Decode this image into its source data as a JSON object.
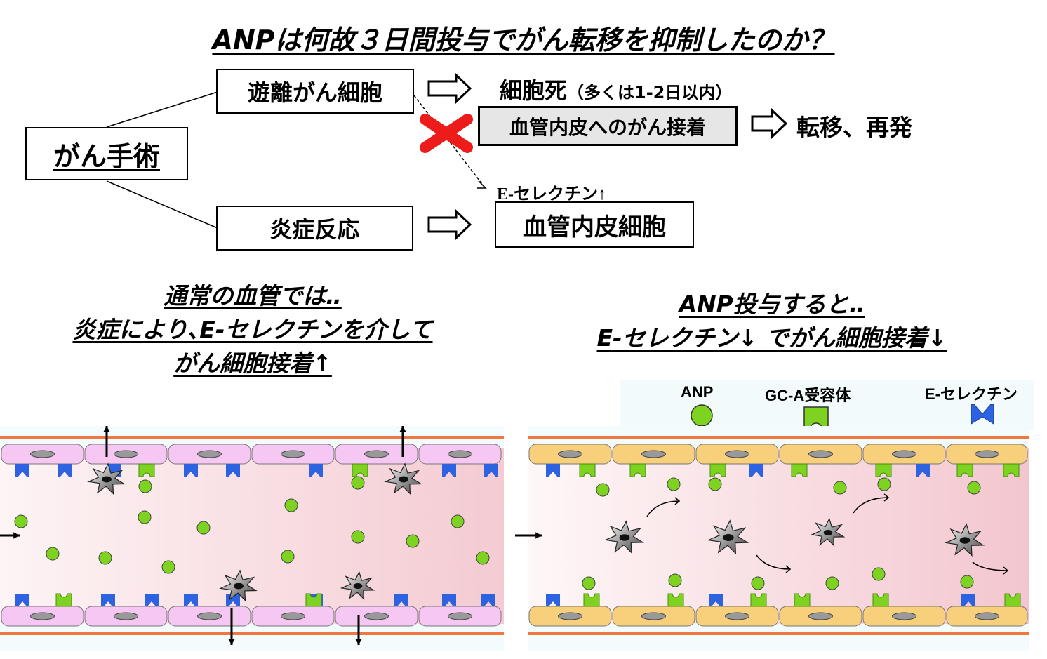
{
  "title": "ANPは何故３日間投与でがん転移を抑制したのか？",
  "flow": {
    "surgery": "がん手術",
    "free_cells": "遊離がん細胞",
    "cell_death": "細胞死",
    "cell_death_note": "（多くは1-2日以内）",
    "adhesion": "血管内皮へのがん接着",
    "metastasis": "転移、再発",
    "inflammation": "炎症反応",
    "eselectin_up": "E-セレクチン↑",
    "endothelial": "血管内皮細胞"
  },
  "left_caption": [
    "通常の血管では‥",
    "炎症により､E-セレクチンを介して",
    "がん細胞接着↑"
  ],
  "right_caption": [
    "ANP投与すると‥",
    "E-セレクチン↓ でがん細胞接着↓"
  ],
  "legend": {
    "anp": "ANP",
    "gca": "GC-A受容体",
    "eselectin": "E-セレクチン"
  },
  "colors": {
    "anp_green": "#7ed321",
    "eselectin_blue": "#2d62e0",
    "vessel_orange": "#f07840",
    "left_cell": "#f5c7f2",
    "right_cell": "#f8cf7a",
    "cross_red": "#ee1b1b"
  }
}
